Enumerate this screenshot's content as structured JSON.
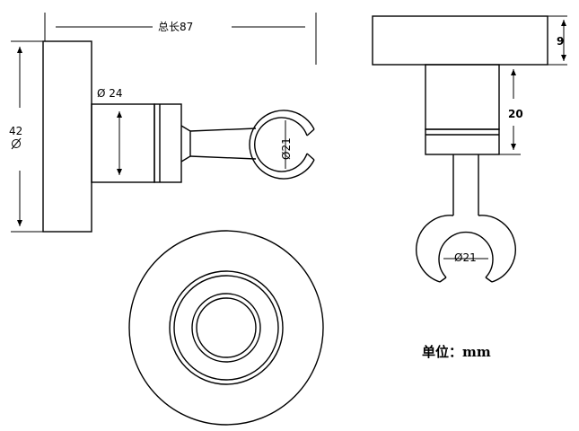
{
  "side_view": {
    "total_length": "总长87",
    "base_diameter": "42",
    "collar_diameter": "Ø 24",
    "clip_diameter": "Ø21"
  },
  "front_view": {
    "base_height": "9",
    "collar_height": "20",
    "clip_diameter": "Ø21"
  },
  "unit_label": "单位：mm"
}
